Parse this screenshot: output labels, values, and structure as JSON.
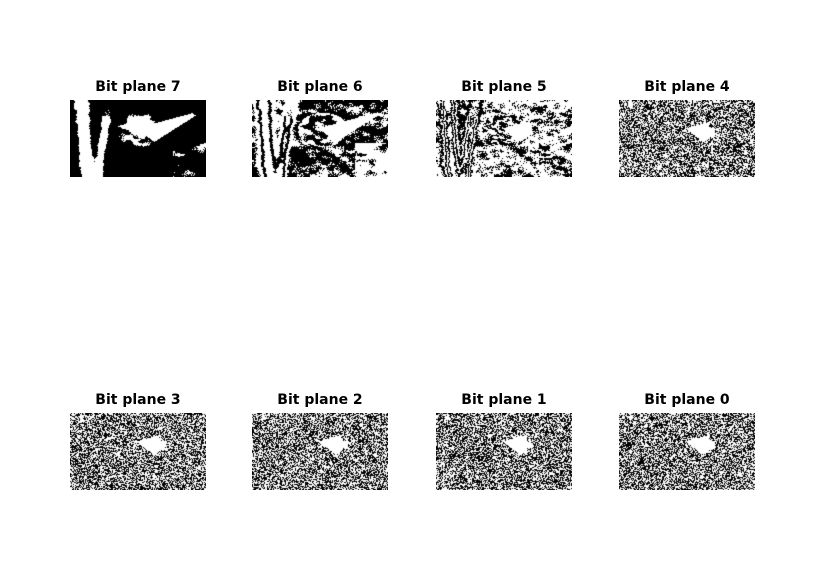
{
  "panels": [
    {
      "title": "Bit plane 7"
    },
    {
      "title": "Bit plane 6"
    },
    {
      "title": "Bit plane 5"
    },
    {
      "title": "Bit plane 4"
    },
    {
      "title": "Bit plane 3"
    },
    {
      "title": "Bit plane 2"
    },
    {
      "title": "Bit plane 1"
    },
    {
      "title": "Bit plane 0"
    }
  ],
  "colors": {
    "background": "#ffffff",
    "foreground": "#000000"
  }
}
